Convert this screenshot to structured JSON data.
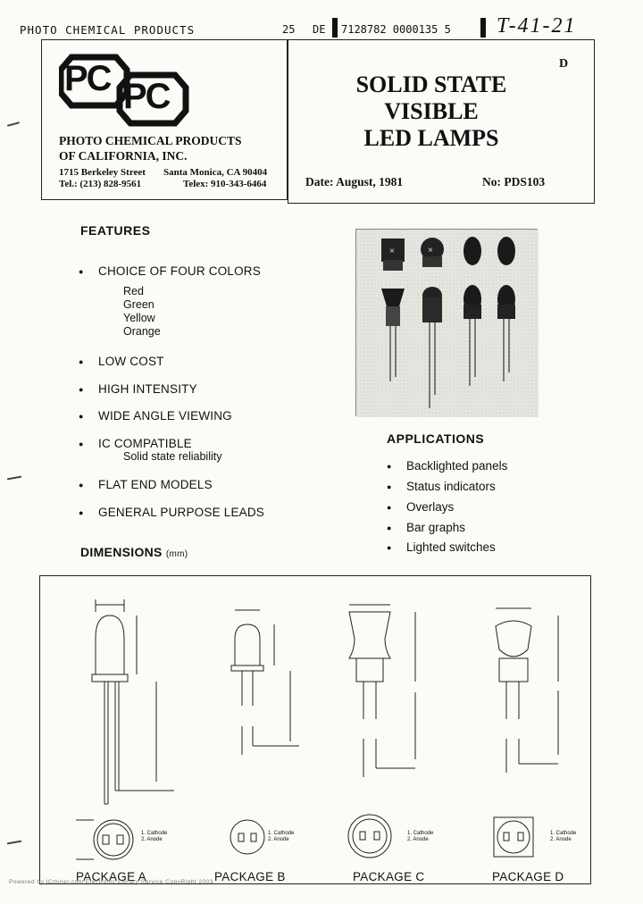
{
  "header": {
    "company_caption": "PHOTO CHEMICAL PRODUCTS",
    "code_a": "25",
    "code_b": "DE",
    "code_c": "7128782 0000135 5",
    "handwritten_ref": "T-41-21"
  },
  "company": {
    "logo_left": "PC",
    "logo_right": "PC",
    "name_line1": "PHOTO CHEMICAL PRODUCTS",
    "name_line2": "OF CALIFORNIA, INC.",
    "address_street": "1715 Berkeley Street",
    "address_city": "Santa Monica, CA 90404",
    "tel": "Tel.: (213) 828-9561",
    "telex": "Telex: 910-343-6464"
  },
  "title": {
    "line1": "SOLID STATE",
    "line2": "VISIBLE",
    "line3": "LED LAMPS",
    "corner_mark": "D",
    "date": "Date: August, 1981",
    "doc_no": "No: PDS103"
  },
  "features": {
    "heading": "FEATURES",
    "items": [
      {
        "label": "CHOICE OF FOUR COLORS",
        "sub": [
          "Red",
          "Green",
          "Yellow",
          "Orange"
        ]
      },
      {
        "label": "LOW COST",
        "sub": []
      },
      {
        "label": "HIGH INTENSITY",
        "sub": []
      },
      {
        "label": "WIDE ANGLE VIEWING",
        "sub": []
      },
      {
        "label": "IC COMPATIBLE",
        "sub": [
          "Solid state reliability"
        ]
      },
      {
        "label": "FLAT END MODELS",
        "sub": []
      },
      {
        "label": "GENERAL PURPOSE LEADS",
        "sub": []
      }
    ]
  },
  "applications": {
    "heading": "APPLICATIONS",
    "items": [
      "Backlighted panels",
      "Status indicators",
      "Overlays",
      "Bar graphs",
      "Lighted switches"
    ]
  },
  "dimensions": {
    "heading": "DIMENSIONS",
    "unit": "(mm)",
    "packages": [
      {
        "label": "PACKAGE A"
      },
      {
        "label": "PACKAGE B"
      },
      {
        "label": "PACKAGE C"
      },
      {
        "label": "PACKAGE D"
      }
    ],
    "pin_legend": [
      "1. Cathode",
      "2. Anode"
    ]
  },
  "footer": {
    "watermark": "Powered by ICminer.com Electronic-Library Service CopyRight 2003"
  }
}
